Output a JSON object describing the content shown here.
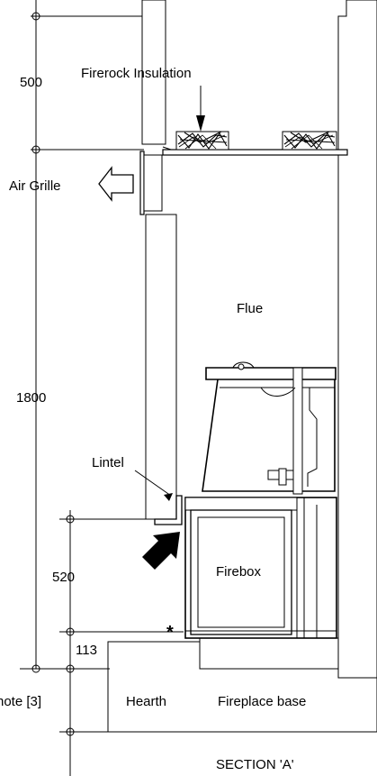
{
  "labels": {
    "firerock_insulation": "Firerock Insulation",
    "air_grille": "Air Grille",
    "flue": "Flue",
    "lintel": "Lintel",
    "firebox": "Firebox",
    "hearth": "Hearth",
    "fireplace_base": "Fireplace base",
    "note": "note [3]",
    "asterisk": "*",
    "section": "SECTION 'A'"
  },
  "dimensions": {
    "d500": "500",
    "d1800": "1800",
    "d520": "520",
    "d113": "113"
  }
}
